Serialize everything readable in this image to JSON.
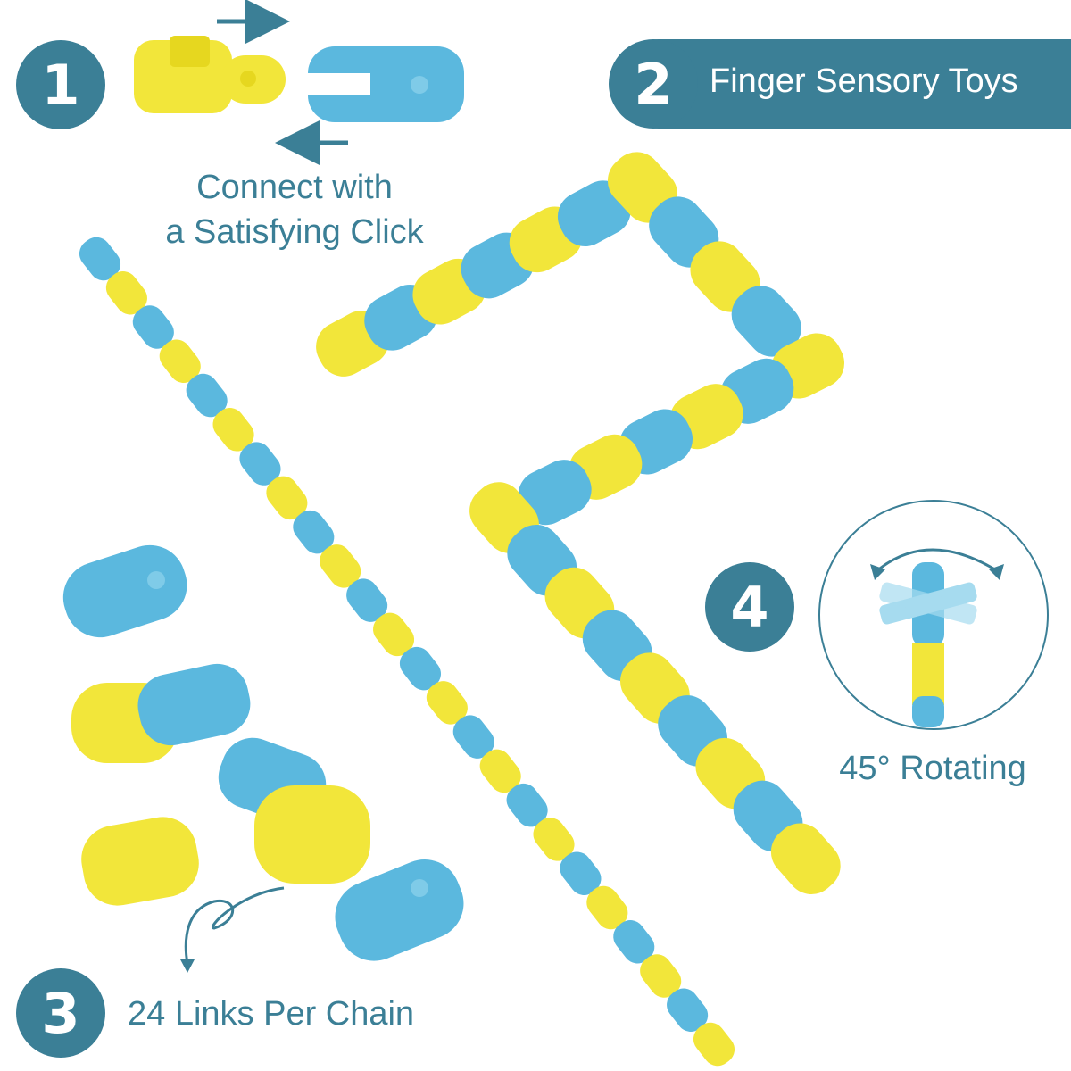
{
  "steps": {
    "step1": {
      "number": "1",
      "caption_line1": "Connect with",
      "caption_line2": "a Satisfying Click"
    },
    "step2": {
      "number": "2",
      "label": "Finger Sensory Toys"
    },
    "step3": {
      "number": "3",
      "caption": "24 Links Per Chain"
    },
    "step4": {
      "number": "4",
      "caption": "45° Rotating"
    }
  },
  "colors": {
    "accent": "#3b7f96",
    "link_blue": "#5bb8de",
    "link_yellow": "#f2e63a"
  },
  "icons": [
    "arrow-right-icon",
    "arrow-left-icon",
    "curved-arrow-icon",
    "double-headed-arc-arrow-icon"
  ]
}
